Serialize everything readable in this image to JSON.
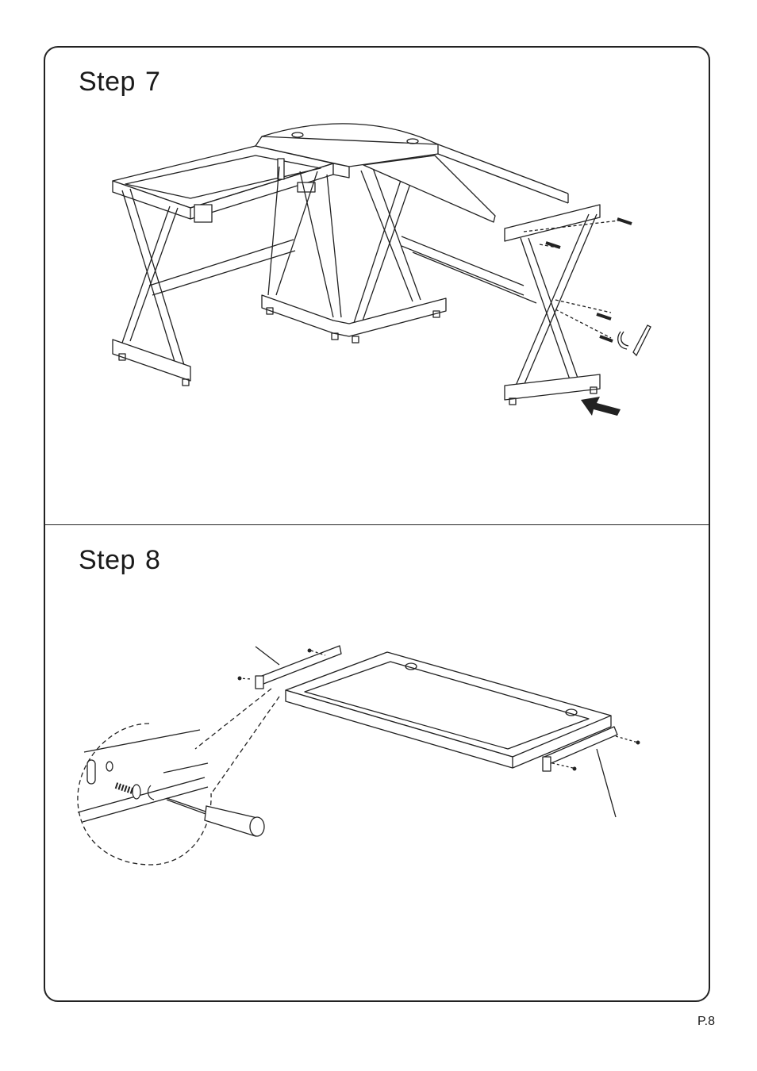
{
  "steps": [
    {
      "label": "Step",
      "number": "7"
    },
    {
      "label": "Step",
      "number": "8"
    }
  ],
  "page_number": "P.8",
  "colors": {
    "line": "#222222",
    "background": "#ffffff"
  },
  "icons": [
    "allen-key-icon",
    "screwdriver-icon",
    "screw-icon",
    "arrow-icon"
  ]
}
